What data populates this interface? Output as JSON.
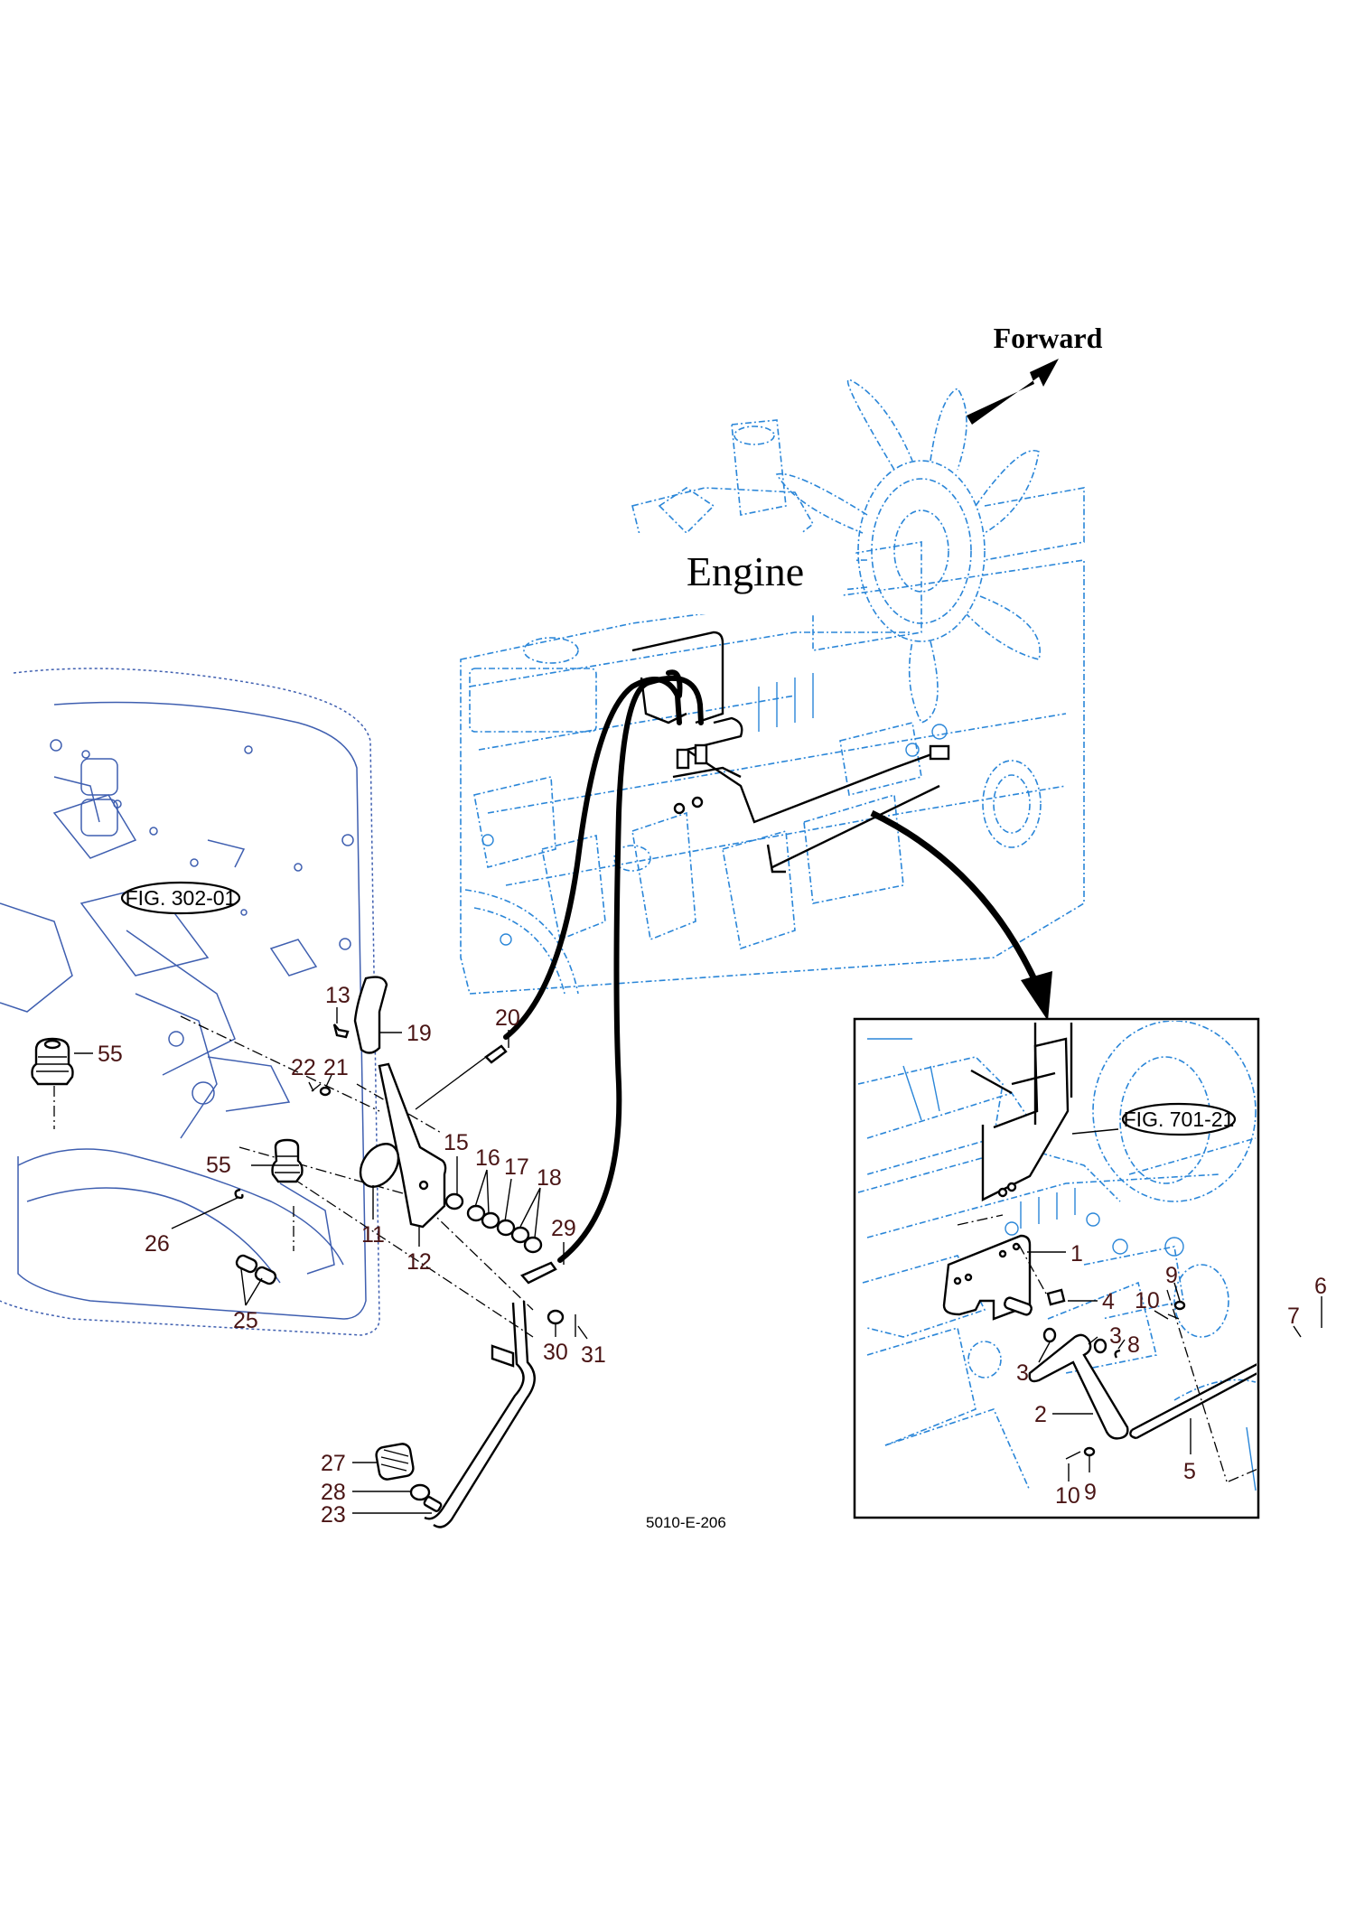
{
  "diagram": {
    "drawing_number": "5010-E-206",
    "direction_label": "Forward",
    "engine_label": "Engine",
    "figure_refs": {
      "panel": "FIG. 302-01",
      "inset": "FIG. 701-21"
    },
    "colors": {
      "engine_lines": "#2a86d8",
      "panel_lines": "#3f5fb0",
      "callout_text": "#4a1515",
      "part_outline": "#000000"
    },
    "main_callouts": [
      {
        "id": "c55a",
        "num": "55"
      },
      {
        "id": "c55b",
        "num": "55"
      },
      {
        "id": "c13",
        "num": "13"
      },
      {
        "id": "c19",
        "num": "19"
      },
      {
        "id": "c20",
        "num": "20"
      },
      {
        "id": "c22",
        "num": "22"
      },
      {
        "id": "c21",
        "num": "21"
      },
      {
        "id": "c15",
        "num": "15"
      },
      {
        "id": "c16",
        "num": "16"
      },
      {
        "id": "c17",
        "num": "17"
      },
      {
        "id": "c18",
        "num": "18"
      },
      {
        "id": "c11",
        "num": "11"
      },
      {
        "id": "c12",
        "num": "12"
      },
      {
        "id": "c26",
        "num": "26"
      },
      {
        "id": "c29",
        "num": "29"
      },
      {
        "id": "c25",
        "num": "25"
      },
      {
        "id": "c30",
        "num": "30"
      },
      {
        "id": "c31",
        "num": "31"
      },
      {
        "id": "c27",
        "num": "27"
      },
      {
        "id": "c28",
        "num": "28"
      },
      {
        "id": "c23",
        "num": "23"
      }
    ],
    "inset_callouts": [
      {
        "id": "i1",
        "num": "1"
      },
      {
        "id": "i4",
        "num": "4"
      },
      {
        "id": "i9a",
        "num": "9"
      },
      {
        "id": "i10a",
        "num": "10"
      },
      {
        "id": "i6",
        "num": "6"
      },
      {
        "id": "i7",
        "num": "7"
      },
      {
        "id": "i3a",
        "num": "3"
      },
      {
        "id": "i3b",
        "num": "3"
      },
      {
        "id": "i8",
        "num": "8"
      },
      {
        "id": "i2",
        "num": "2"
      },
      {
        "id": "i5",
        "num": "5"
      },
      {
        "id": "i10b",
        "num": "10"
      },
      {
        "id": "i9b",
        "num": "9"
      }
    ]
  }
}
